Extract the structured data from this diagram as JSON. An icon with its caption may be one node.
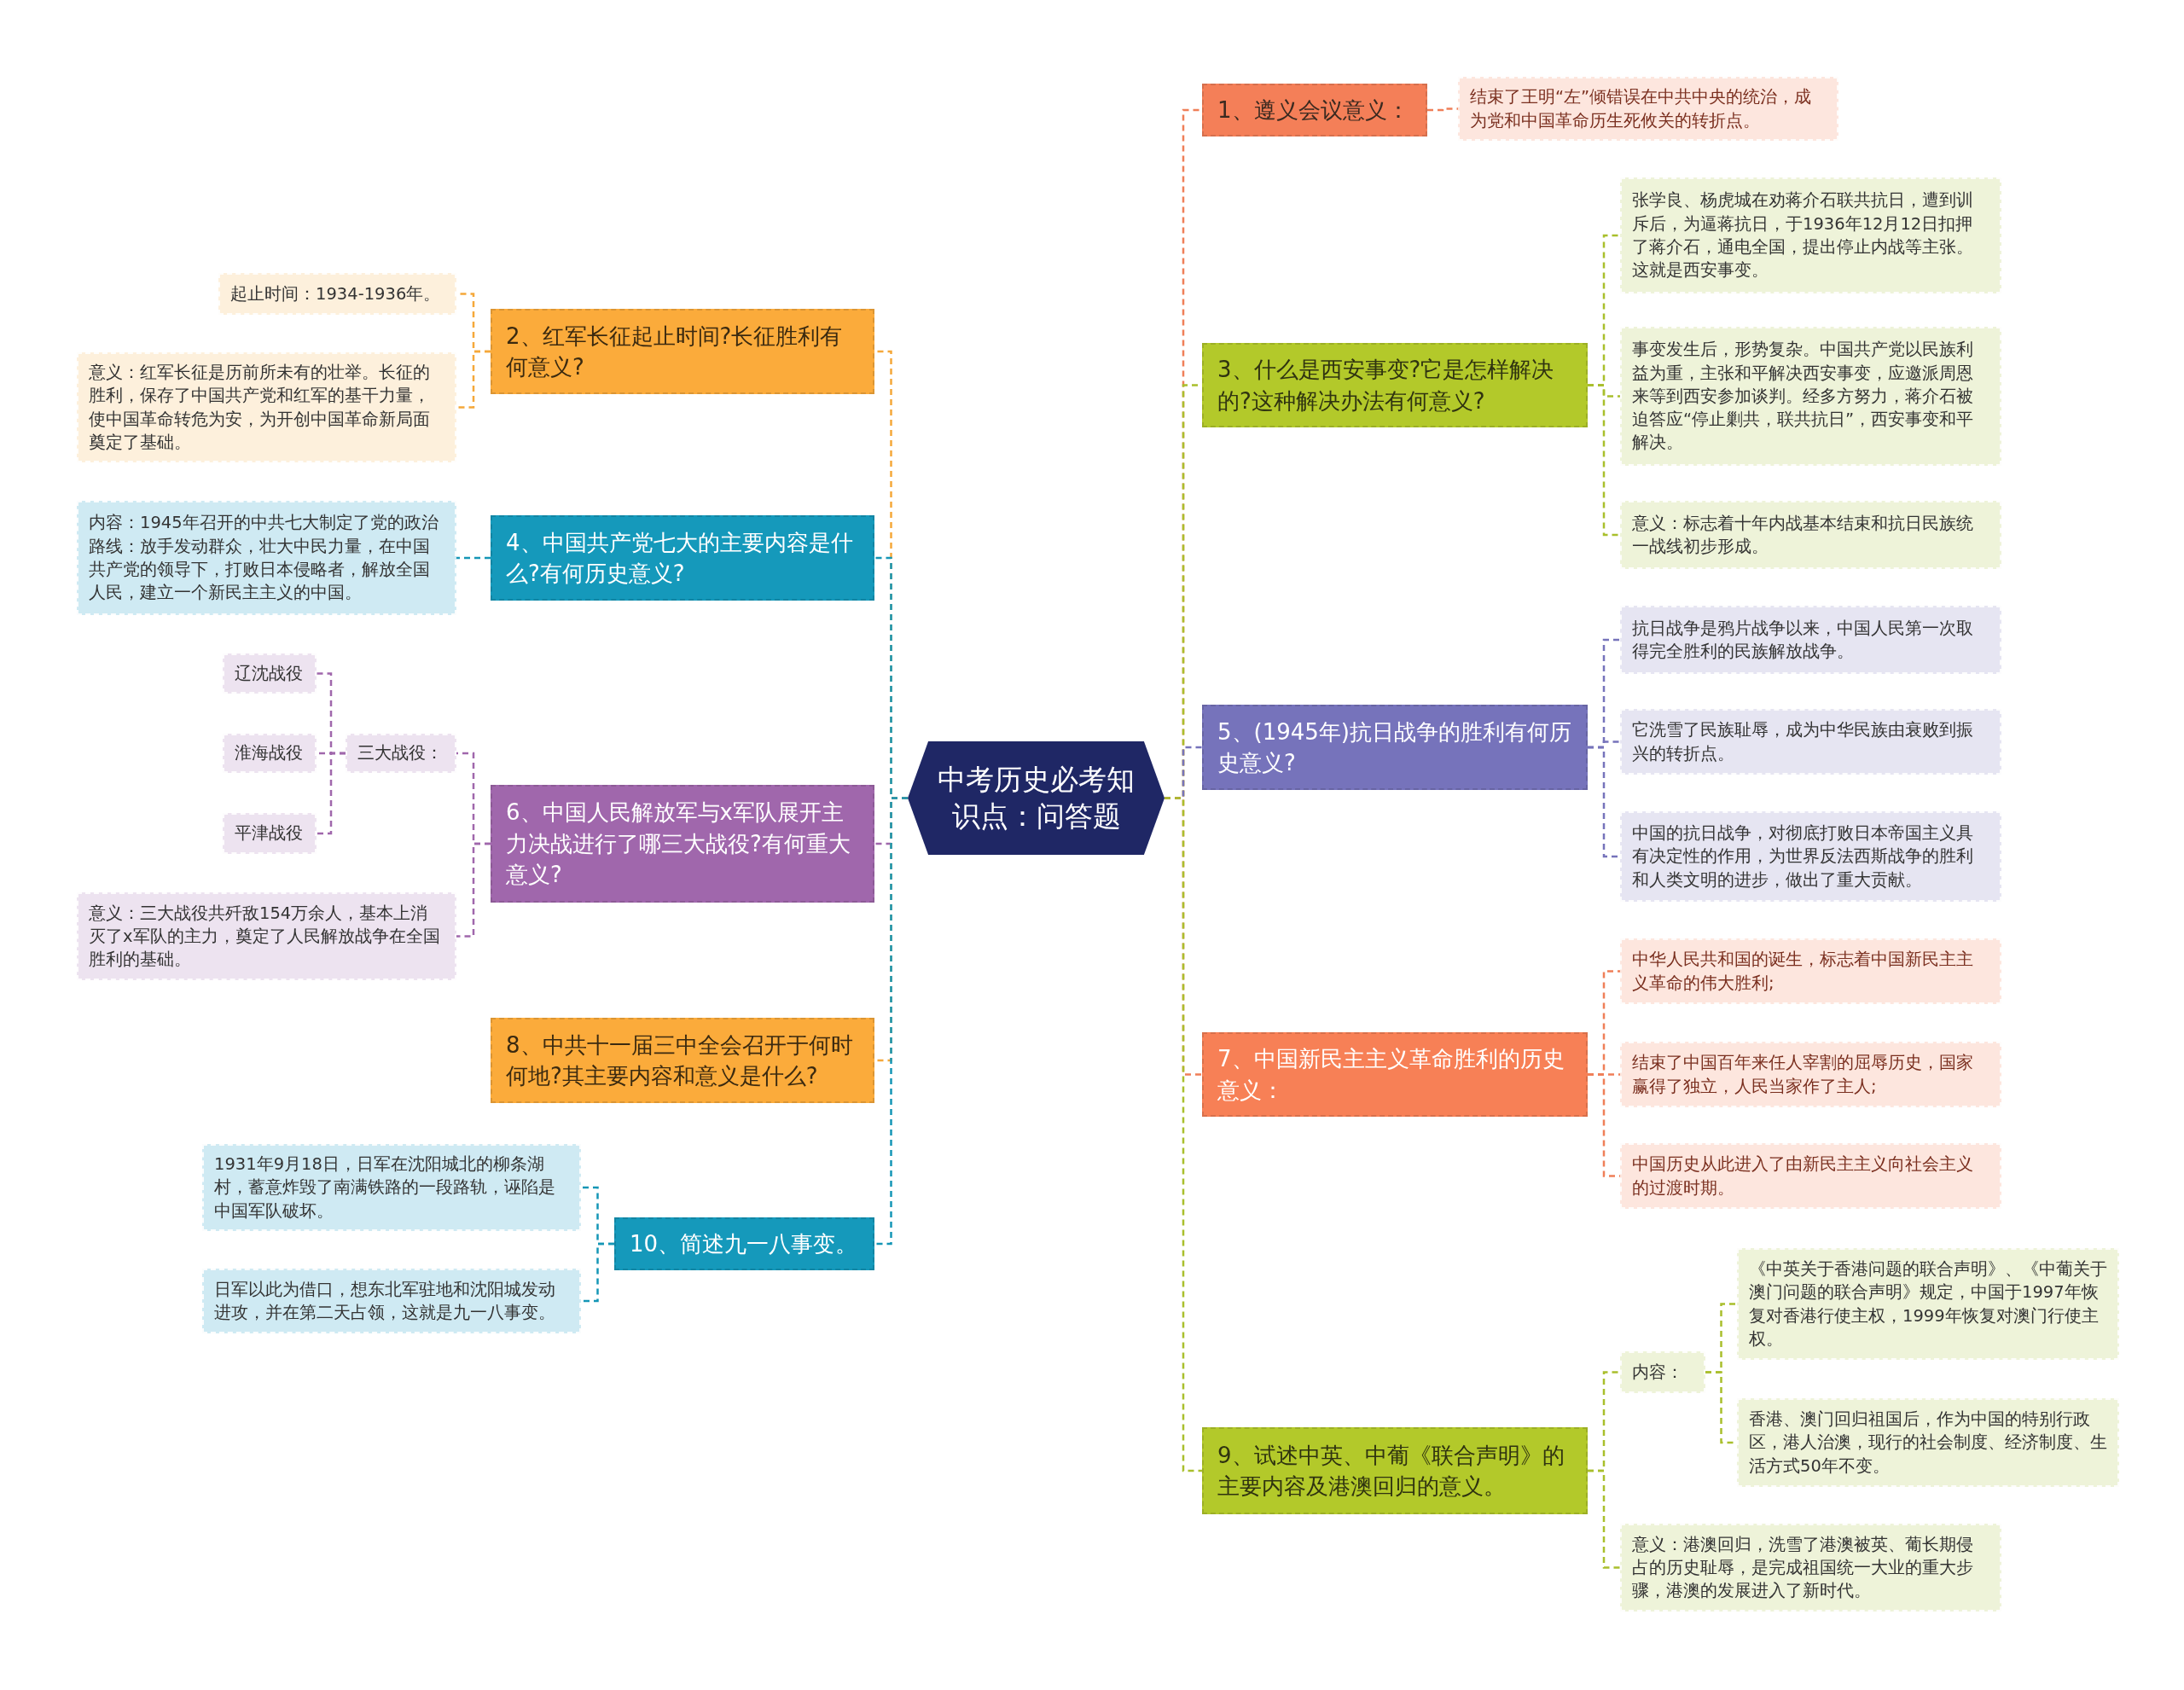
{
  "diagram": {
    "nodes": [
      {
        "text": [
          "中考历史必考知识点：问答题"
        ]
      },
      {
        "text": [
          "1、遵义会议意义："
        ]
      },
      {
        "text": [
          "结束了王明“左”倾错误在中共中央的统治，成为党和中国革命历生死攸关的转折点。"
        ]
      },
      {
        "text": [
          "3、什么是西安事变?它是怎样解决的?这种解决办法有何意义?"
        ]
      },
      {
        "text": [
          "张学良、杨虎城在劝蒋介石联共抗日，遭到训斥后，为逼蒋抗日，于1936年12月12日扣押了蒋介石，通电全国，提出停止内战等主张。这就是西安事变。"
        ]
      },
      {
        "text": [
          "事变发生后，形势复杂。中国共产党以民族利益为重，主张和平解决西安事变，应邀派周恩来等到西安参加谈判。经多方努力，蒋介石被迫答应“停止剿共，联共抗日”，西安事变和平解决。"
        ]
      },
      {
        "text": [
          "意义：标志着十年内战基本结束和抗日民族统一战线初步形成。"
        ]
      },
      {
        "text": [
          "5、(1945年)抗日战争的胜利有何历史意义?"
        ]
      },
      {
        "text": [
          "抗日战争是鸦片战争以来，中国人民第一次取得完全胜利的民族解放战争。"
        ]
      },
      {
        "text": [
          "它洗雪了民族耻辱，成为中华民族由衰败到振兴的转折点。"
        ]
      },
      {
        "text": [
          "中国的抗日战争，对彻底打败日本帝国主义具有决定性的作用，为世界反法西斯战争的胜利和人类文明的进步，做出了重大贡献。"
        ]
      },
      {
        "text": [
          "7、中国新民主主义革命胜利的历史意义："
        ]
      },
      {
        "text": [
          "中华人民共和国的诞生，标志着中国新民主主义革命的伟大胜利;"
        ]
      },
      {
        "text": [
          "结束了中国百年来任人宰割的屈辱历史，国家赢得了独立，人民当家作了主人;"
        ]
      },
      {
        "text": [
          "中国历史从此进入了由新民主主义向社会主义的过渡时期。"
        ]
      },
      {
        "text": [
          "9、试述中英、中葡《联合声明》的主要内容及港澳回归的意义。"
        ]
      },
      {
        "text": [
          "内容："
        ]
      },
      {
        "text": [
          "《中英关于香港问题的联合声明》、《中葡关于澳门问题的联合声明》规定，中国于1997年恢复对香港行使主权，1999年恢复对澳门行使主权。"
        ]
      },
      {
        "text": [
          "香港、澳门回归祖国后，作为中国的特别行政区，港人治澳，现行的社会制度、经济制度、生活方式50年不变。"
        ]
      },
      {
        "text": [
          "意义：港澳回归，洗雪了港澳被英、葡长期侵占的历史耻辱，是完成祖国统一大业的重大步骤，港澳的发展进入了新时代。"
        ]
      },
      {
        "text": [
          "2、红军长征起止时间?长征胜利有何意义?"
        ]
      },
      {
        "text": [
          "起止时间：1934-1936年。"
        ]
      },
      {
        "text": [
          "意义：红军长征是历前所未有的壮举。长征的胜利，保存了中国共产党和红军的基干力量，使中国革命转危为安，为开创中国革命新局面奠定了基础。"
        ]
      },
      {
        "text": [
          "4、中国共产党七大的主要内容是什么?有何历史意义?"
        ]
      },
      {
        "text": [
          "内容：1945年召开的中共七大制定了党的政治路线：放手发动群众，壮大中民力量，在中国共产党的领导下，打败日本侵略者，解放全国人民，建立一个新民主主义的中国。"
        ]
      },
      {
        "text": [
          "6、中国人民解放军与x军队展开主力决战进行了哪三大战役?有何重大意义?"
        ]
      },
      {
        "text": [
          "三大战役："
        ]
      },
      {
        "text": [
          "辽沈战役"
        ]
      },
      {
        "text": [
          "淮海战役"
        ]
      },
      {
        "text": [
          "平津战役"
        ]
      },
      {
        "text": [
          "意义：三大战役共歼敌154万余人，基本上消灭了x军队的主力，奠定了人民解放战争在全国胜利的基础。"
        ]
      },
      {
        "text": [
          "8、中共十一届三中全会召开于何时何地?其主要内容和意义是什么?"
        ]
      },
      {
        "text": [
          "10、简述九一八事变。"
        ]
      },
      {
        "text": [
          "1931年9月18日，日军在沈阳城北的柳条湖村，蓄意炸毁了南满铁路的一段路轨，诬陷是中国军队破坏。"
        ]
      },
      {
        "text": [
          "日军以此为借口，想东北军驻地和沈阳城发动进攻，并在第二天占领，这就是九一八事变。"
        ]
      }
    ],
    "edges": [
      {
        "from": 0,
        "to": 1,
        "arrow": "none",
        "color": "#ef7f58"
      },
      {
        "from": 0,
        "to": 3,
        "arrow": "none",
        "color": "#a9bf2c"
      },
      {
        "from": 0,
        "to": 7,
        "arrow": "none",
        "color": "#7673bb"
      },
      {
        "from": 0,
        "to": 11,
        "arrow": "none",
        "color": "#ef7f58"
      },
      {
        "from": 0,
        "to": 15,
        "arrow": "none",
        "color": "#a9bf2c"
      },
      {
        "from": 1,
        "to": 2,
        "arrow": "none",
        "color": "#ef7f58"
      },
      {
        "from": 3,
        "to": 4,
        "arrow": "none",
        "color": "#a9bf2c"
      },
      {
        "from": 3,
        "to": 5,
        "arrow": "none",
        "color": "#a9bf2c"
      },
      {
        "from": 3,
        "to": 6,
        "arrow": "none",
        "color": "#a9bf2c"
      },
      {
        "from": 7,
        "to": 8,
        "arrow": "none",
        "color": "#7673bb"
      },
      {
        "from": 7,
        "to": 9,
        "arrow": "none",
        "color": "#7673bb"
      },
      {
        "from": 7,
        "to": 10,
        "arrow": "none",
        "color": "#7673bb"
      },
      {
        "from": 11,
        "to": 12,
        "arrow": "none",
        "color": "#ef7f58"
      },
      {
        "from": 11,
        "to": 13,
        "arrow": "none",
        "color": "#ef7f58"
      },
      {
        "from": 11,
        "to": 14,
        "arrow": "none",
        "color": "#ef7f58"
      },
      {
        "from": 15,
        "to": 16,
        "arrow": "none",
        "color": "#a9bf2c"
      },
      {
        "from": 15,
        "to": 19,
        "arrow": "none",
        "color": "#a9bf2c"
      },
      {
        "from": 16,
        "to": 17,
        "arrow": "none",
        "color": "#a9bf2c"
      },
      {
        "from": 16,
        "to": 18,
        "arrow": "none",
        "color": "#a9bf2c"
      },
      {
        "from": 0,
        "to": 20,
        "arrow": "none",
        "color": "#f5a83a"
      },
      {
        "from": 0,
        "to": 23,
        "arrow": "none",
        "color": "#1596b6"
      },
      {
        "from": 0,
        "to": 25,
        "arrow": "none",
        "color": "#a067ac"
      },
      {
        "from": 0,
        "to": 31,
        "arrow": "none",
        "color": "#f5a83a"
      },
      {
        "from": 0,
        "to": 32,
        "arrow": "none",
        "color": "#1596b6"
      },
      {
        "from": 20,
        "to": 21,
        "arrow": "none",
        "color": "#f5a83a"
      },
      {
        "from": 20,
        "to": 22,
        "arrow": "none",
        "color": "#f5a83a"
      },
      {
        "from": 23,
        "to": 24,
        "arrow": "none",
        "color": "#1596b6"
      },
      {
        "from": 25,
        "to": 26,
        "arrow": "none",
        "color": "#a067ac"
      },
      {
        "from": 25,
        "to": 30,
        "arrow": "none",
        "color": "#a067ac"
      },
      {
        "from": 26,
        "to": 27,
        "arrow": "none",
        "color": "#a067ac"
      },
      {
        "from": 26,
        "to": 28,
        "arrow": "none",
        "color": "#a067ac"
      },
      {
        "from": 26,
        "to": 29,
        "arrow": "none",
        "color": "#a067ac"
      },
      {
        "from": 32,
        "to": 33,
        "arrow": "none",
        "color": "#1596b6"
      },
      {
        "from": 32,
        "to": 34,
        "arrow": "none",
        "color": "#1596b6"
      }
    ]
  }
}
